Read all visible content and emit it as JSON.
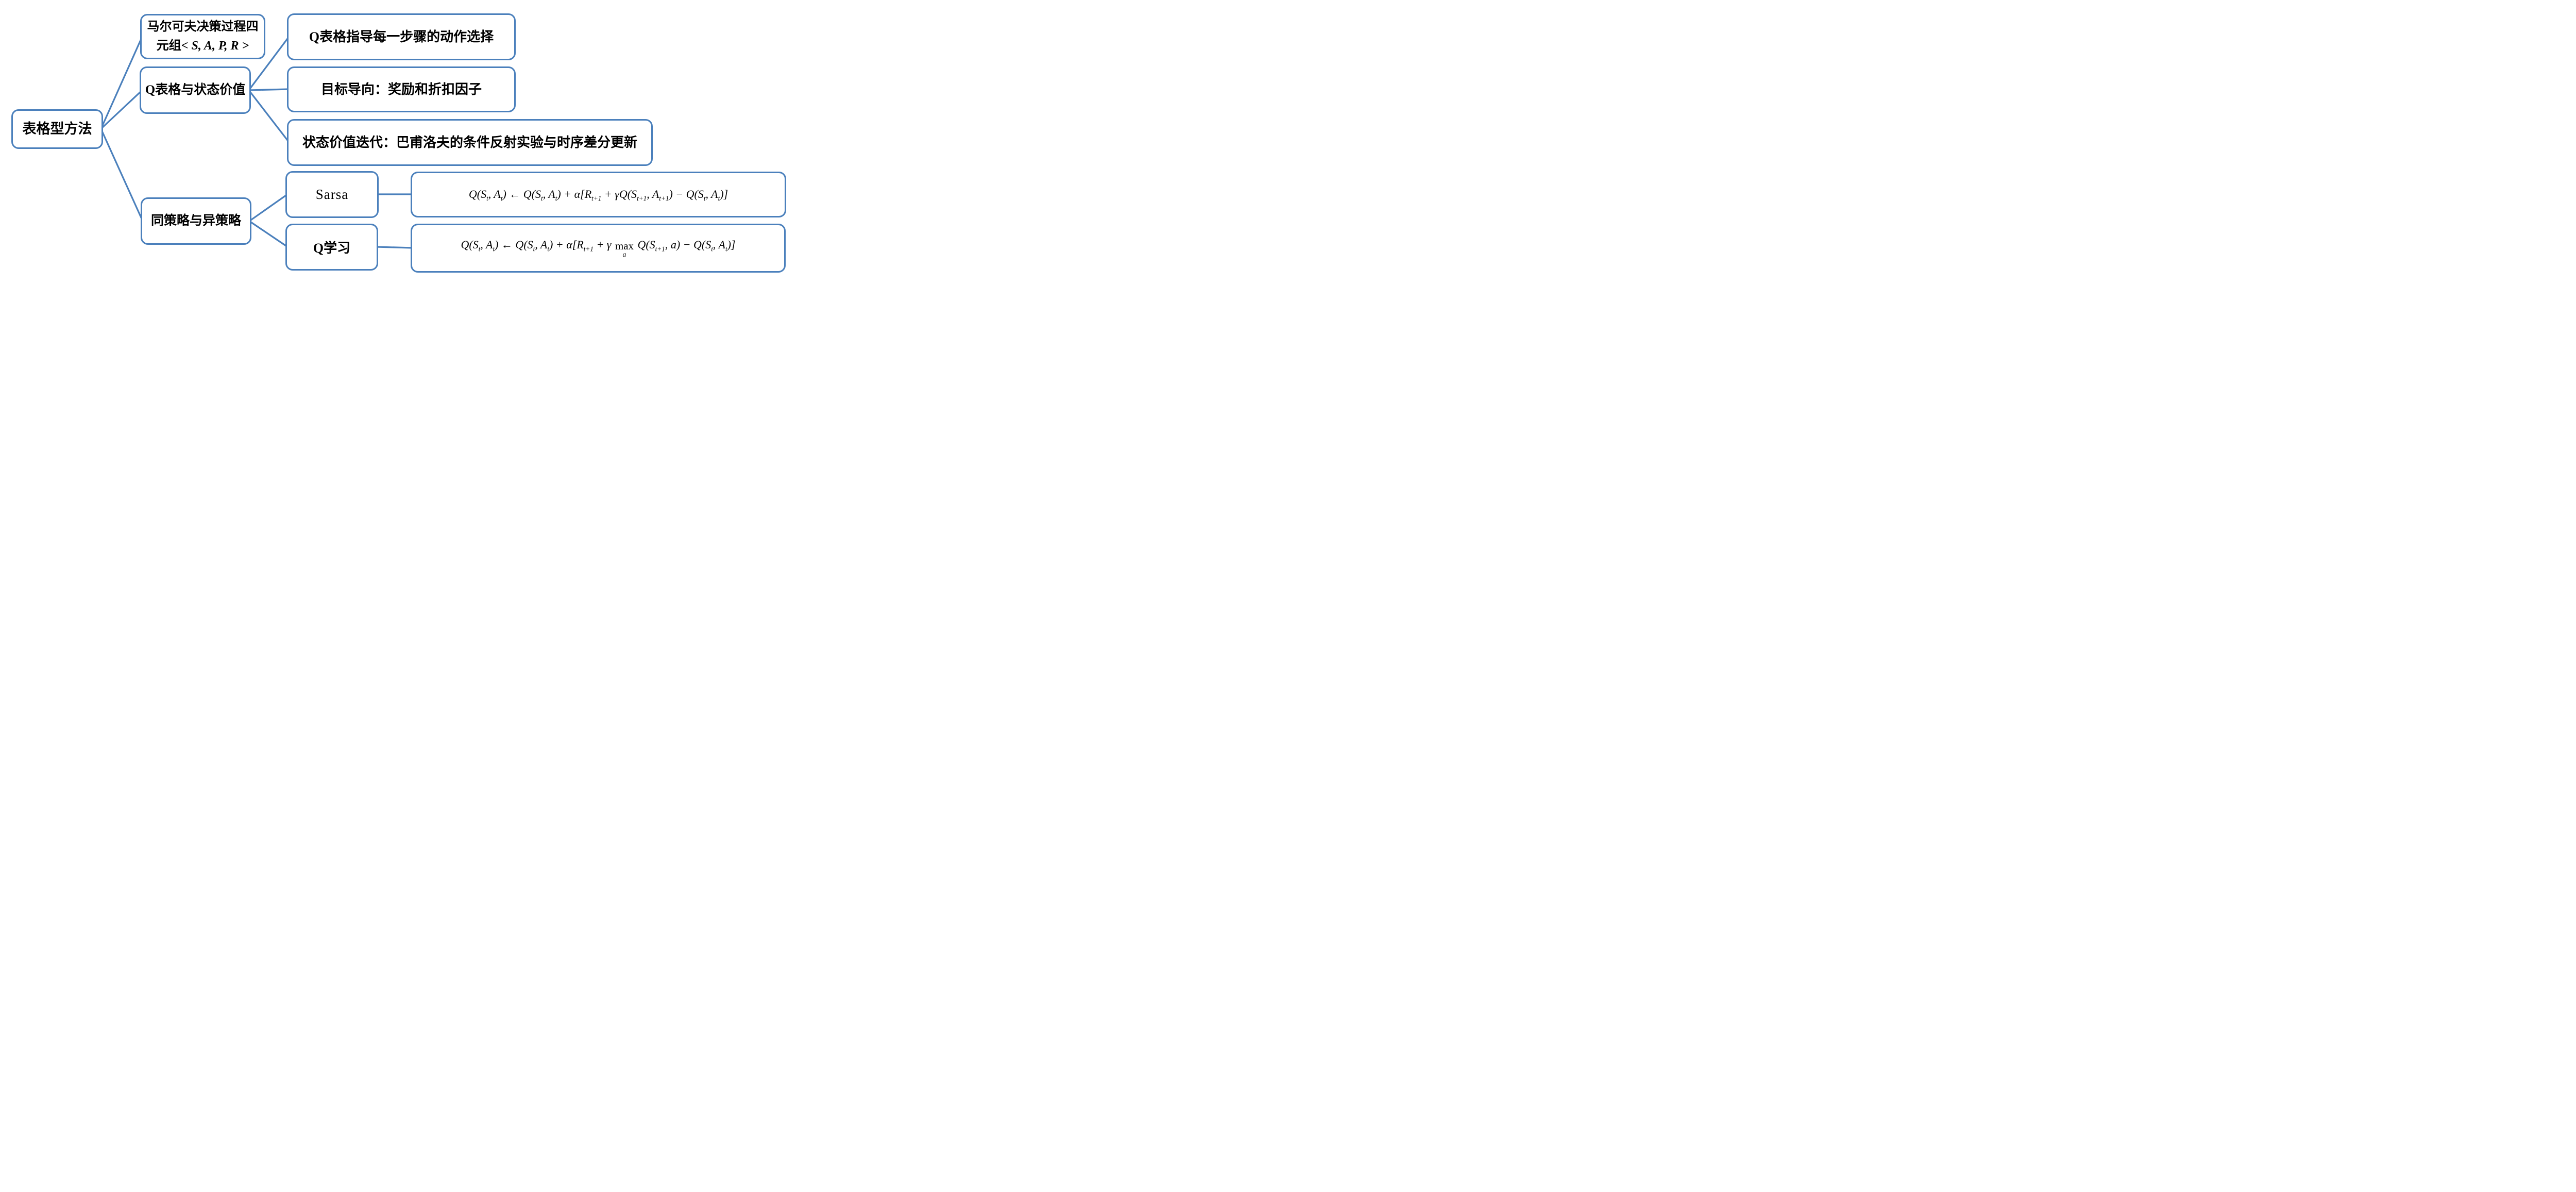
{
  "colors": {
    "accent": "#4b80bc",
    "text": "#000000",
    "canvas": "#ffffff"
  },
  "nodes": {
    "root": {
      "label": "表格型方法"
    },
    "mdp": {
      "tokens": [
        {
          "t": "马尔可夫决策过程四元组"
        },
        {
          "t": "< ",
          "it": 1
        },
        {
          "t": "S",
          "it": 1
        },
        {
          "t": ", ",
          "it": 1
        },
        {
          "t": "A",
          "it": 1
        },
        {
          "t": ", ",
          "it": 1
        },
        {
          "t": "P",
          "it": 1
        },
        {
          "t": ", ",
          "it": 1
        },
        {
          "t": "R",
          "it": 1
        },
        {
          "t": " >",
          "it": 1
        }
      ]
    },
    "qtable": {
      "label": "Q表格与状态价值"
    },
    "qstep": {
      "label": "Q表格指导每一步骤的动作选择"
    },
    "goal": {
      "label": "目标导向：奖励和折扣因子"
    },
    "viter": {
      "label": "状态价值迭代：巴甫洛夫的条件反射实验与时序差分更新"
    },
    "policy": {
      "label": "同策略与异策略"
    },
    "sarsa": {
      "label": "Sarsa"
    },
    "qlearning": {
      "label": "Q学习"
    },
    "sarsa_formula": {
      "tokens": [
        {
          "t": "Q(S"
        },
        {
          "t": "t",
          "sub": 1
        },
        {
          "t": ", A"
        },
        {
          "t": "t",
          "sub": 1
        },
        {
          "t": ") ← Q(S"
        },
        {
          "t": "t",
          "sub": 1
        },
        {
          "t": ", A"
        },
        {
          "t": "t",
          "sub": 1
        },
        {
          "t": ") + α[R"
        },
        {
          "t": "t+1",
          "sub": 1
        },
        {
          "t": " + γQ(S"
        },
        {
          "t": "t+1",
          "sub": 1
        },
        {
          "t": ", A"
        },
        {
          "t": "t+1",
          "sub": 1
        },
        {
          "t": ") − Q(S"
        },
        {
          "t": "t",
          "sub": 1
        },
        {
          "t": ", A"
        },
        {
          "t": "t",
          "sub": 1
        },
        {
          "t": ")]"
        }
      ]
    },
    "qlearning_formula": {
      "tokens": [
        {
          "t": "Q(S"
        },
        {
          "t": "t",
          "sub": 1
        },
        {
          "t": ", A"
        },
        {
          "t": "t",
          "sub": 1
        },
        {
          "t": ") ← Q(S"
        },
        {
          "t": "t",
          "sub": 1
        },
        {
          "t": ", A"
        },
        {
          "t": "t",
          "sub": 1
        },
        {
          "t": ") + α[R"
        },
        {
          "t": "t+1",
          "sub": 1
        },
        {
          "t": " + γ "
        },
        {
          "t": "max",
          "under": "a"
        },
        {
          "t": " Q(S"
        },
        {
          "t": "t+1",
          "sub": 1
        },
        {
          "t": ", a) − Q(S"
        },
        {
          "t": "t",
          "sub": 1
        },
        {
          "t": ", A"
        },
        {
          "t": "t",
          "sub": 1
        },
        {
          "t": ")]"
        }
      ]
    }
  },
  "edges": [
    {
      "from": "root",
      "to": "mdp"
    },
    {
      "from": "root",
      "to": "qtable"
    },
    {
      "from": "root",
      "to": "policy"
    },
    {
      "from": "qtable",
      "to": "qstep"
    },
    {
      "from": "qtable",
      "to": "goal"
    },
    {
      "from": "qtable",
      "to": "viter"
    },
    {
      "from": "policy",
      "to": "sarsa"
    },
    {
      "from": "policy",
      "to": "qlearning"
    },
    {
      "from": "sarsa",
      "to": "sarsa_formula"
    },
    {
      "from": "qlearning",
      "to": "qlearning_formula"
    }
  ]
}
